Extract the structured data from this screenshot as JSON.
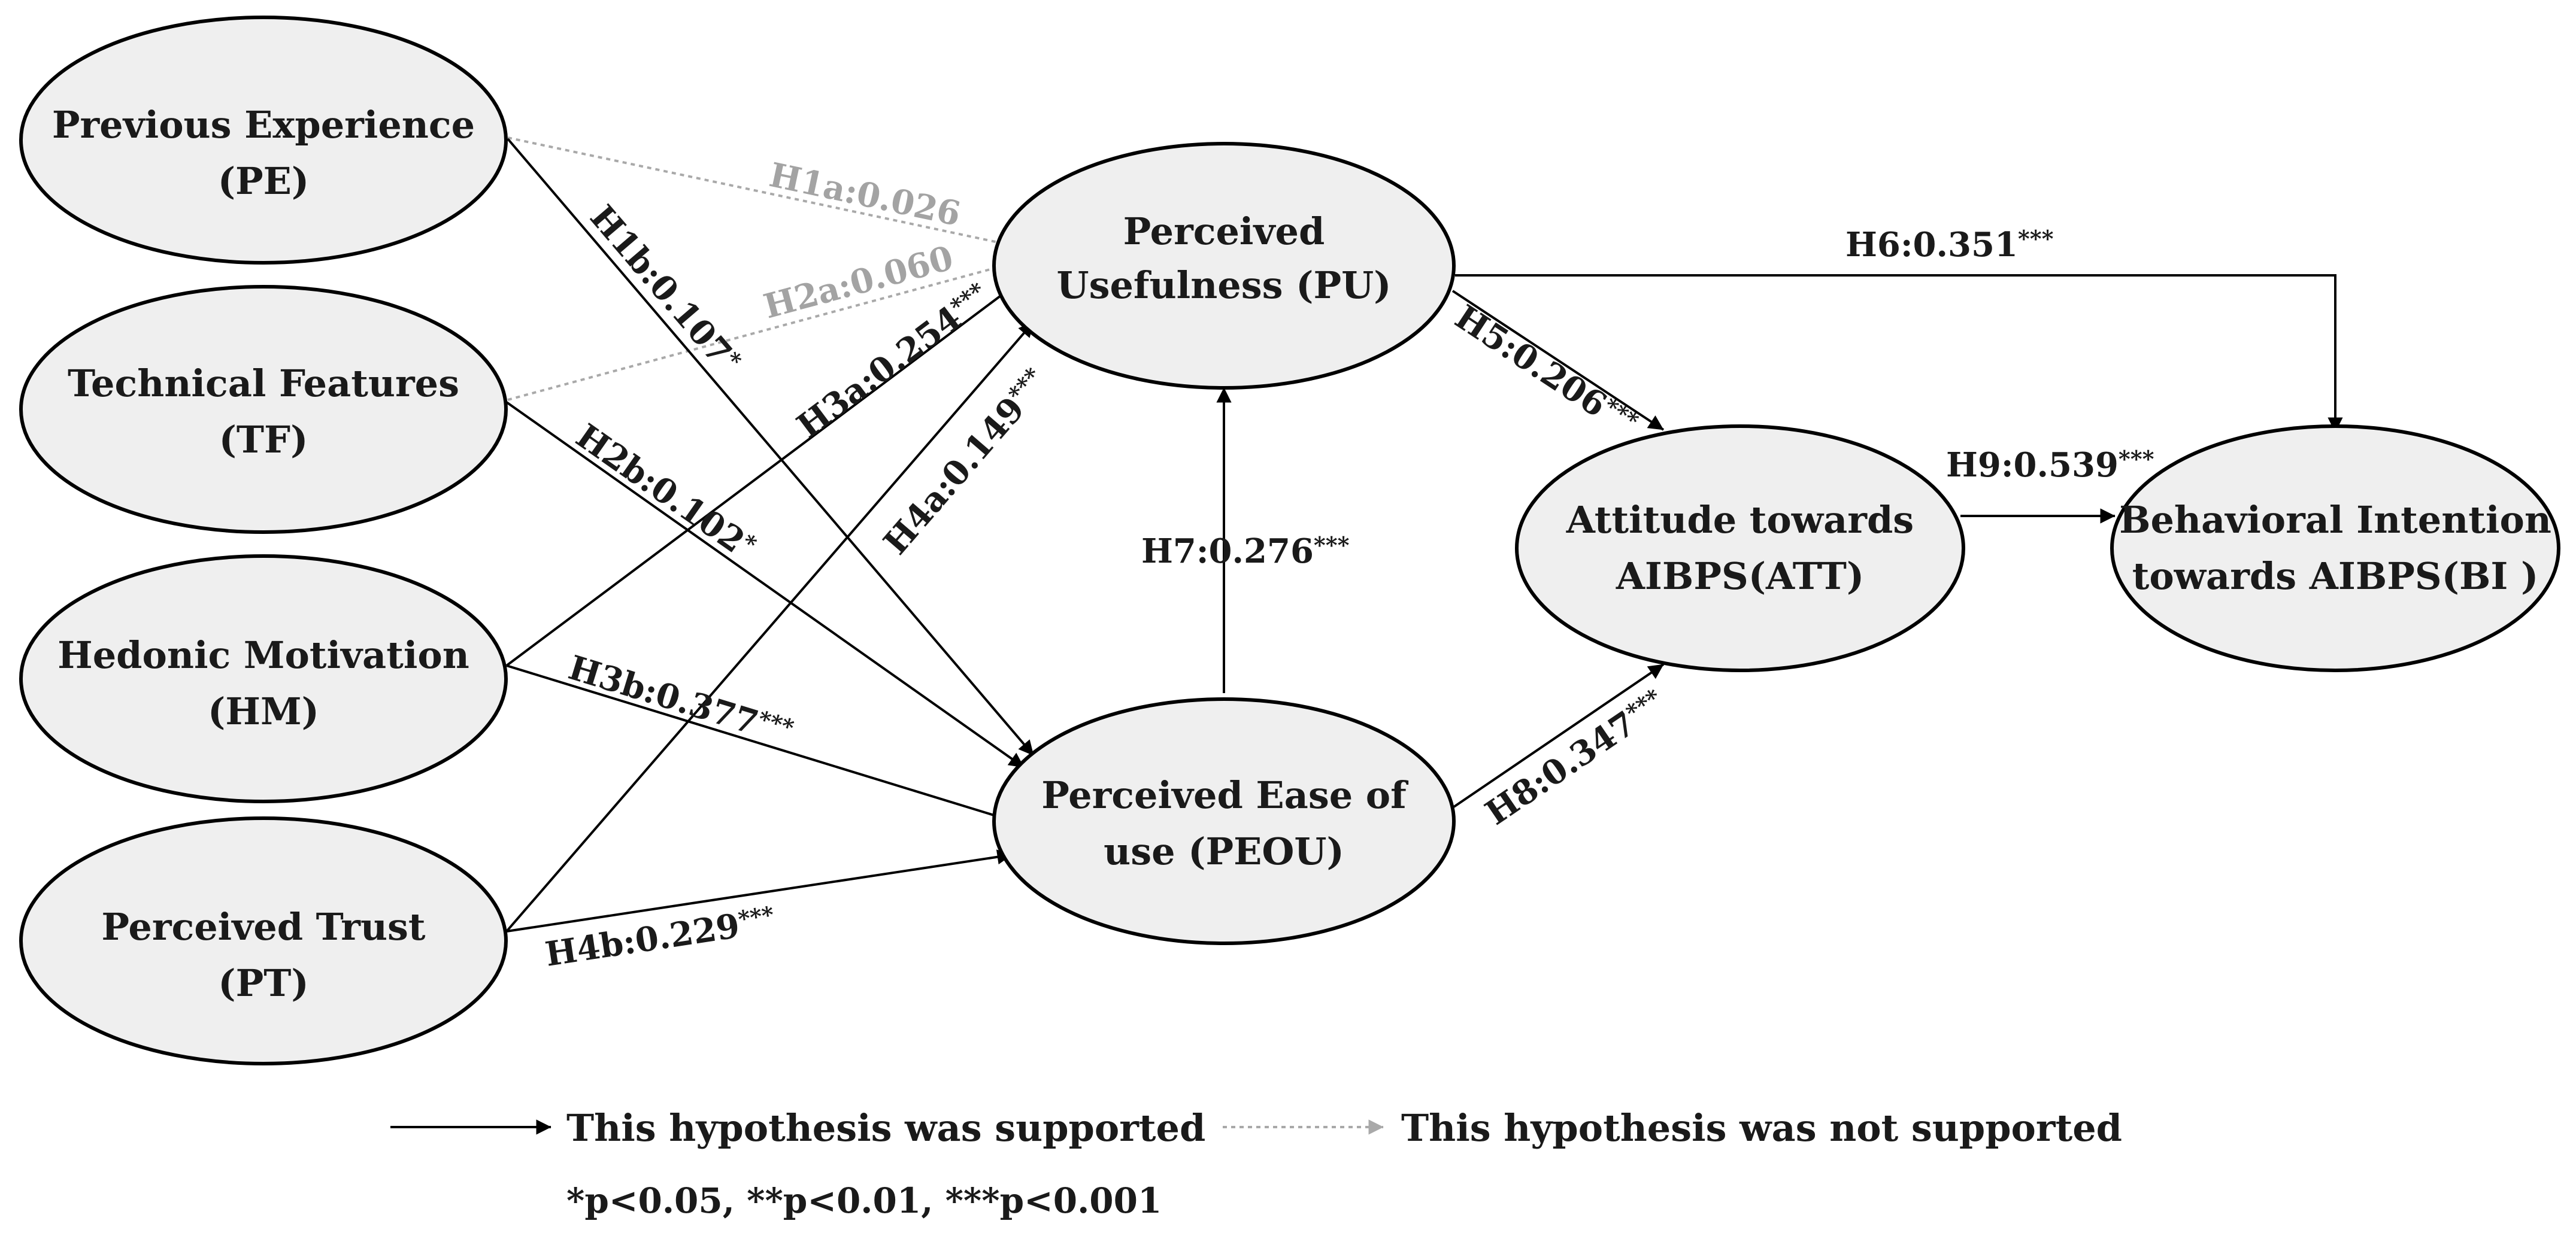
{
  "nodes": {
    "pe": {
      "line1": "Previous Experience",
      "line2": "(PE)"
    },
    "tf": {
      "line1": "Technical Features",
      "line2": "(TF)"
    },
    "hm": {
      "line1": "Hedonic Motivation",
      "line2": "(HM)"
    },
    "pt": {
      "line1": "Perceived Trust",
      "line2": "(PT)"
    },
    "pu": {
      "line1": "Perceived",
      "line2": "Usefulness (PU)"
    },
    "peou": {
      "line1": "Perceived Ease of",
      "line2": "use (PEOU)"
    },
    "att": {
      "line1": "Attitude towards",
      "line2": "AIBPS(ATT)"
    },
    "bi": {
      "line1": "Behavioral Intention",
      "line2": "towards AIBPS(BI )"
    }
  },
  "paths": {
    "h1a": {
      "label": "H1a:0.026",
      "supported": false
    },
    "h1b": {
      "label": "H1b:0.107",
      "stars": "*",
      "supported": true
    },
    "h2a": {
      "label": "H2a:0.060",
      "supported": false
    },
    "h2b": {
      "label": "H2b:0.102",
      "stars": "*",
      "supported": true
    },
    "h3a": {
      "label": "H3a:0.254",
      "stars": "***",
      "supported": true
    },
    "h3b": {
      "label": "H3b:0.377",
      "stars": "***",
      "supported": true
    },
    "h4a": {
      "label": "H4a:0.149",
      "stars": "***",
      "supported": true
    },
    "h4b": {
      "label": "H4b:0.229",
      "stars": "***",
      "supported": true
    },
    "h5": {
      "label": "H5:0.206",
      "stars": "***",
      "supported": true
    },
    "h6": {
      "label": "H6:0.351",
      "stars": "***",
      "supported": true
    },
    "h7": {
      "label": "H7:0.276",
      "stars": "***",
      "supported": true
    },
    "h8": {
      "label": "H8:0.347",
      "stars": "***",
      "supported": true
    },
    "h9": {
      "label": "H9:0.539",
      "stars": "***",
      "supported": true
    }
  },
  "legend": {
    "supported": "This hypothesis was supported",
    "not_supported": "This hypothesis was not supported"
  },
  "significance_note": "*p<0.05, **p<0.01, ***p<0.001",
  "colors": {
    "node_fill": "#efefef",
    "supported_line": "#000000",
    "unsupported_line": "#a9a9a9"
  }
}
